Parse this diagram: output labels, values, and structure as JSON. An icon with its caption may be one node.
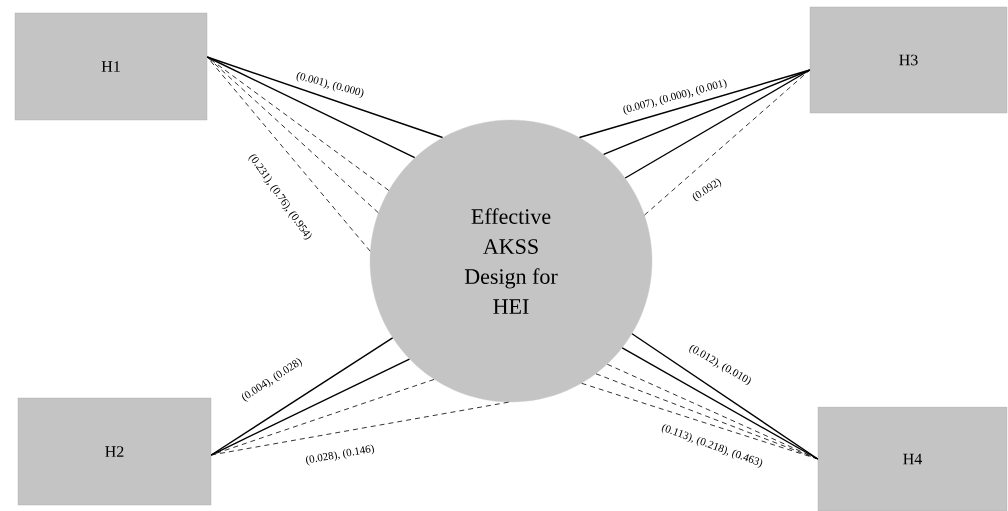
{
  "diagram": {
    "nodes": [
      {
        "text": [
          "H1"
        ]
      },
      {
        "text": [
          "H3"
        ]
      },
      {
        "text": [
          "Effective AKSS Design for HEI"
        ]
      },
      {
        "text": [
          "H2"
        ]
      },
      {
        "text": [
          "H4"
        ]
      }
    ],
    "edges": [
      {
        "from": 2,
        "to": 0,
        "arrow": "none",
        "label": "(0.001), (0.000)"
      },
      {
        "from": 2,
        "to": 0,
        "arrow": "none"
      },
      {
        "from": 2,
        "to": 0,
        "arrow": "none",
        "style": "dashed"
      },
      {
        "from": 2,
        "to": 0,
        "arrow": "none",
        "style": "dashed"
      },
      {
        "from": 2,
        "to": 0,
        "arrow": "none",
        "style": "dashed",
        "label": "(0.231), (0.76), (0.954)"
      },
      {
        "from": 2,
        "to": 1,
        "arrow": "none",
        "label": "(0.007), (0.000), (0.001)"
      },
      {
        "from": 2,
        "to": 1,
        "arrow": "none"
      },
      {
        "from": 2,
        "to": 1,
        "arrow": "none"
      },
      {
        "from": 2,
        "to": 1,
        "arrow": "none",
        "style": "dashed",
        "label": "(0.092)"
      },
      {
        "from": 2,
        "to": 3,
        "arrow": "none",
        "label": "(0.004), (0.028)"
      },
      {
        "from": 2,
        "to": 3,
        "arrow": "none"
      },
      {
        "from": 2,
        "to": 3,
        "arrow": "none",
        "style": "dashed"
      },
      {
        "from": 2,
        "to": 3,
        "arrow": "none",
        "style": "dashed",
        "label": "(0.028), (0.146)"
      },
      {
        "from": 2,
        "to": 4,
        "arrow": "none",
        "label": "(0.012), (0.010)"
      },
      {
        "from": 2,
        "to": 4,
        "arrow": "none"
      },
      {
        "from": 2,
        "to": 4,
        "arrow": "none",
        "style": "dashed"
      },
      {
        "from": 2,
        "to": 4,
        "arrow": "none",
        "style": "dashed"
      },
      {
        "from": 2,
        "to": 4,
        "arrow": "none",
        "style": "dashed",
        "label": "(0.113), (0.218), (0.463)"
      }
    ]
  }
}
